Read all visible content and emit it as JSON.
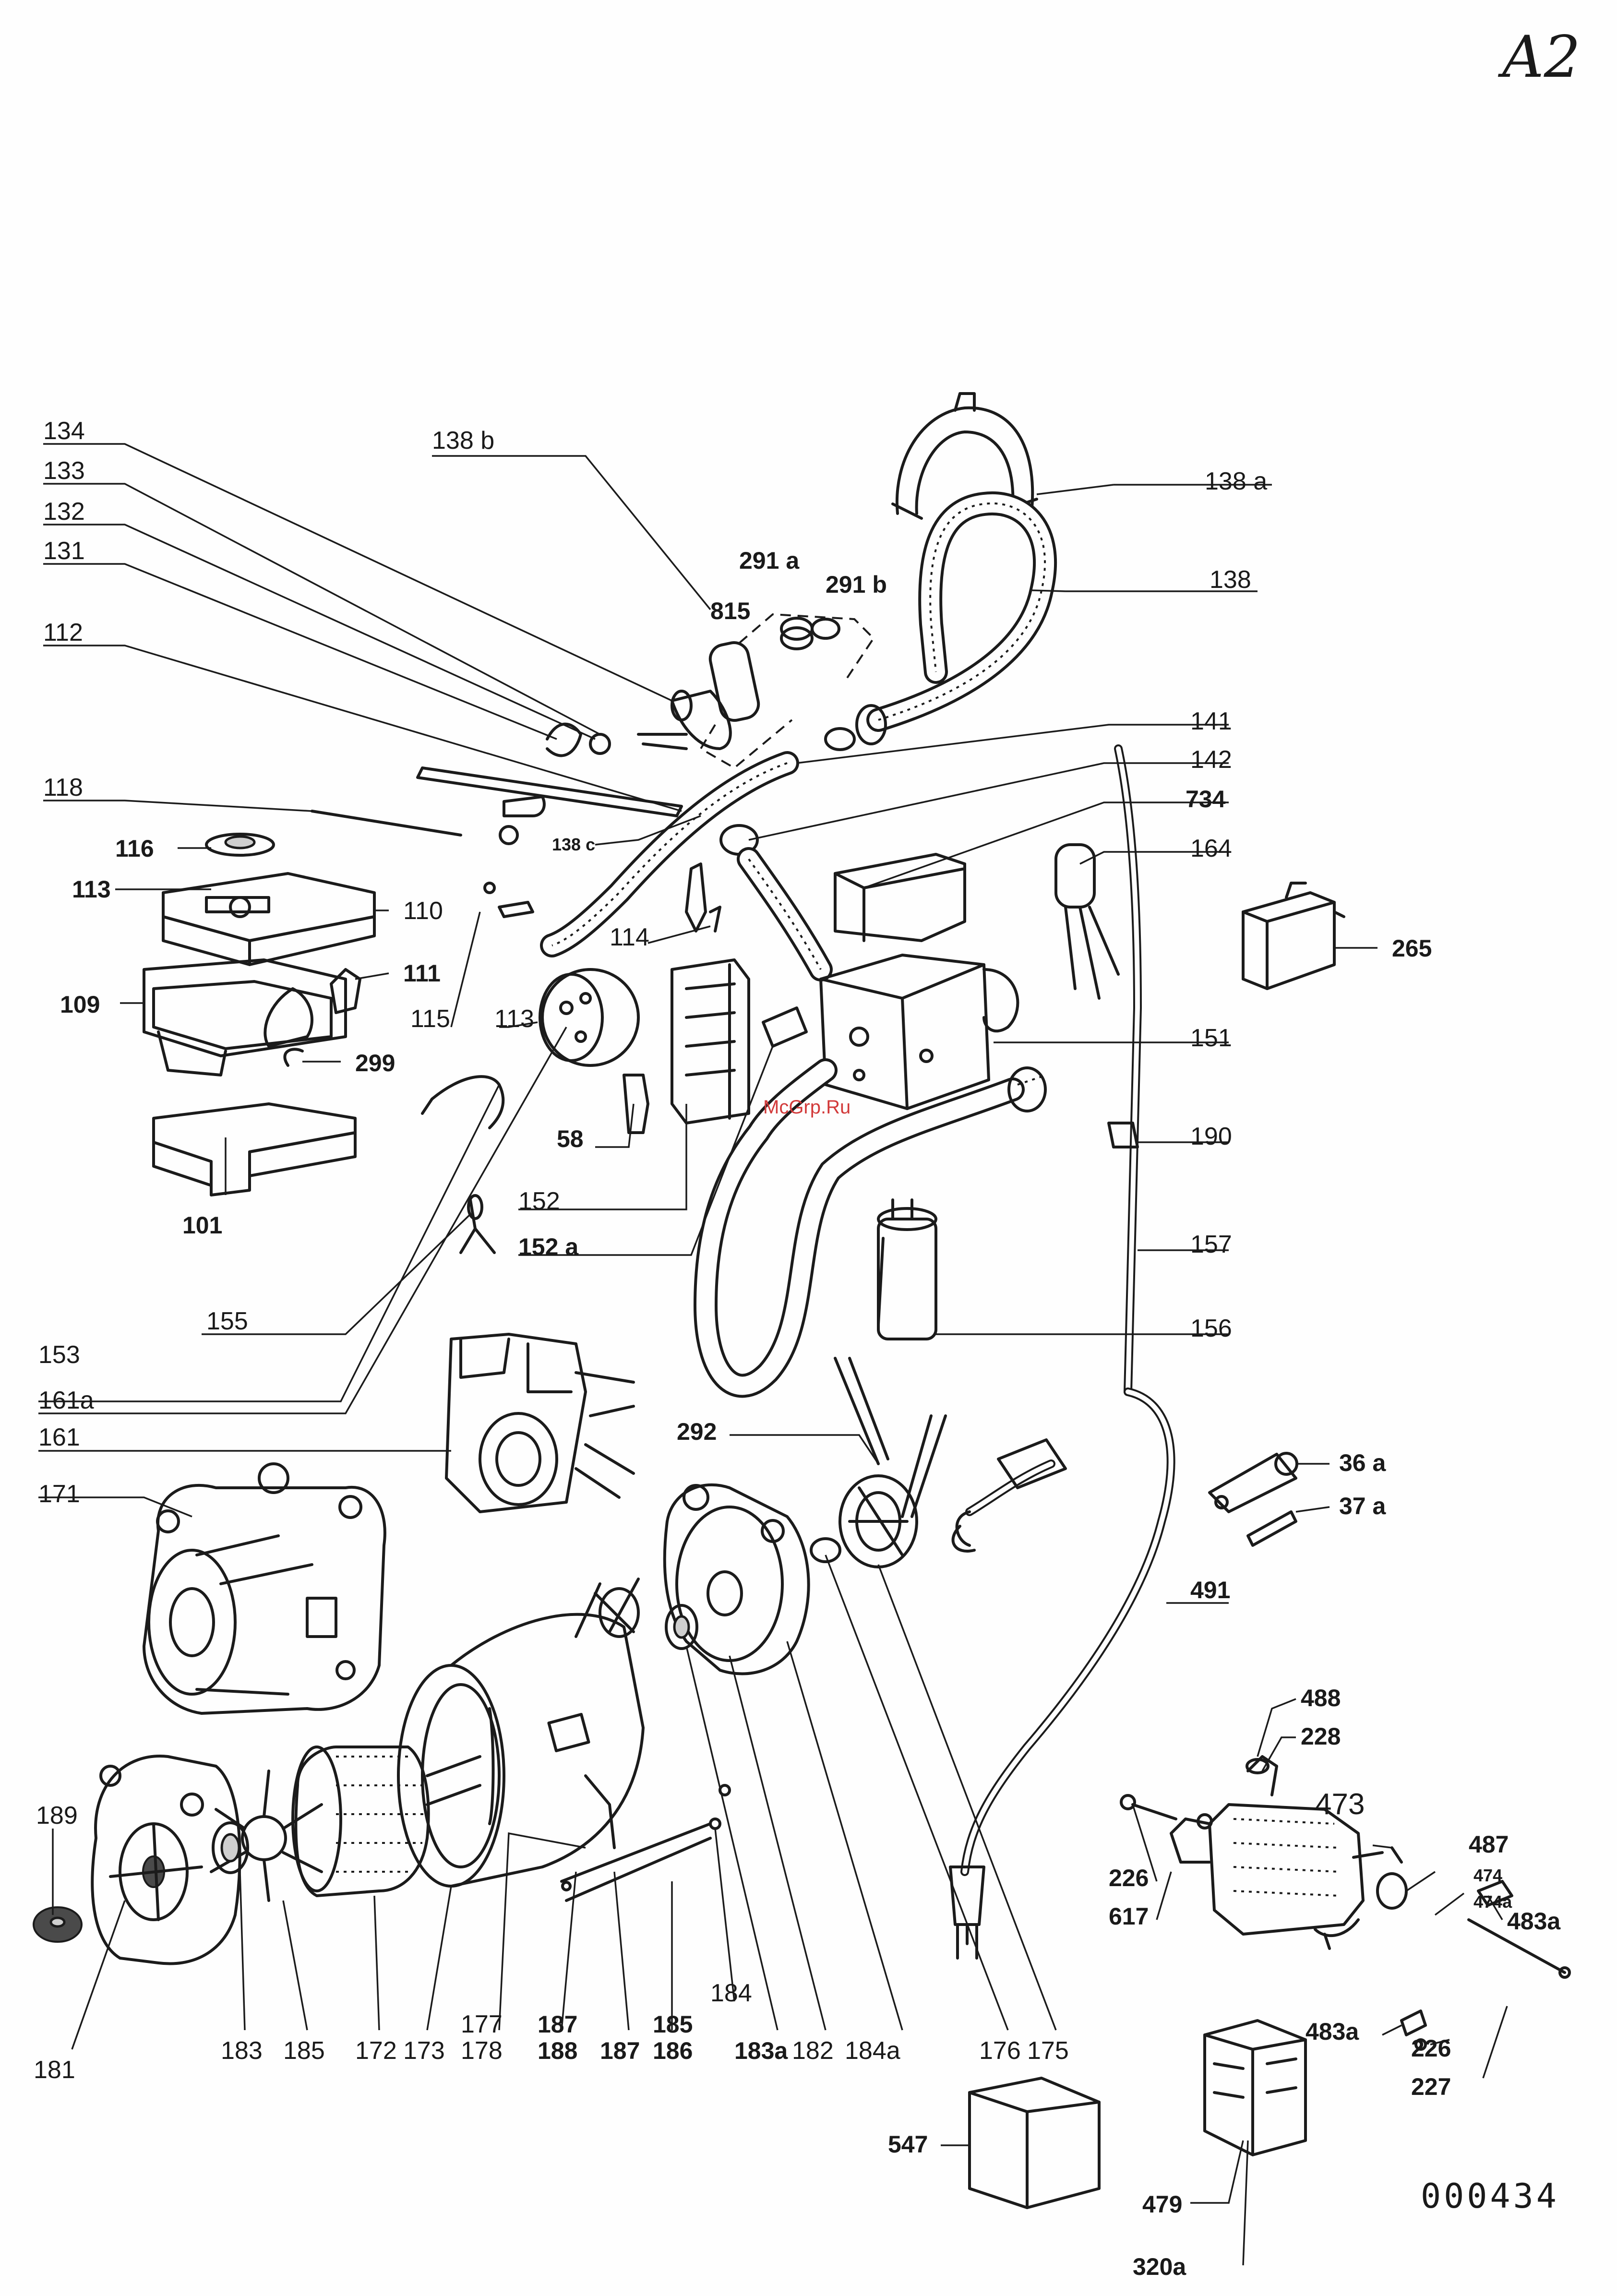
{
  "sheet": {
    "corner_mark": "A2",
    "drawing_number": "000434",
    "watermark": "McGrp.Ru"
  },
  "labels": [
    {
      "id": "l134",
      "text": "134"
    },
    {
      "id": "l133",
      "text": "133"
    },
    {
      "id": "l132",
      "text": "132"
    },
    {
      "id": "l131",
      "text": "131"
    },
    {
      "id": "l112",
      "text": "112"
    },
    {
      "id": "l118",
      "text": "118"
    },
    {
      "id": "l138b",
      "text": "138 b"
    },
    {
      "id": "l291a",
      "text": "291 a"
    },
    {
      "id": "l291b",
      "text": "291 b"
    },
    {
      "id": "l815",
      "text": "815"
    },
    {
      "id": "l138a",
      "text": "138 a"
    },
    {
      "id": "l138",
      "text": "138"
    },
    {
      "id": "l141",
      "text": "141"
    },
    {
      "id": "l142",
      "text": "142"
    },
    {
      "id": "l734",
      "text": "734"
    },
    {
      "id": "l164",
      "text": "164"
    },
    {
      "id": "l265",
      "text": "265"
    },
    {
      "id": "l138c",
      "text": "138 c"
    },
    {
      "id": "l116",
      "text": "116"
    },
    {
      "id": "l113a",
      "text": "113"
    },
    {
      "id": "l110",
      "text": "110"
    },
    {
      "id": "l111",
      "text": "111"
    },
    {
      "id": "l109",
      "text": "109"
    },
    {
      "id": "l299",
      "text": "299"
    },
    {
      "id": "l101",
      "text": "101"
    },
    {
      "id": "l115",
      "text": "115"
    },
    {
      "id": "l113b",
      "text": "113"
    },
    {
      "id": "l114",
      "text": "114"
    },
    {
      "id": "l58",
      "text": "58"
    },
    {
      "id": "l152",
      "text": "152"
    },
    {
      "id": "l152a",
      "text": "152 a"
    },
    {
      "id": "l151",
      "text": "151"
    },
    {
      "id": "l190",
      "text": "190"
    },
    {
      "id": "l157",
      "text": "157"
    },
    {
      "id": "l156",
      "text": "156"
    },
    {
      "id": "l155",
      "text": "155"
    },
    {
      "id": "l153",
      "text": "153"
    },
    {
      "id": "l161a",
      "text": "161a"
    },
    {
      "id": "l161",
      "text": "161"
    },
    {
      "id": "l292",
      "text": "292"
    },
    {
      "id": "l36a",
      "text": "36 a"
    },
    {
      "id": "l37a",
      "text": "37 a"
    },
    {
      "id": "l171",
      "text": "171"
    },
    {
      "id": "l491",
      "text": "491"
    },
    {
      "id": "l488",
      "text": "488"
    },
    {
      "id": "l228",
      "text": "228"
    },
    {
      "id": "l473",
      "text": "473"
    },
    {
      "id": "l487",
      "text": "487"
    },
    {
      "id": "l474",
      "text": "474"
    },
    {
      "id": "l474a",
      "text": "474a"
    },
    {
      "id": "l483a1",
      "text": "483a"
    },
    {
      "id": "l226a",
      "text": "226"
    },
    {
      "id": "l617",
      "text": "617"
    },
    {
      "id": "l483a2",
      "text": "483a"
    },
    {
      "id": "l226b",
      "text": "226"
    },
    {
      "id": "l227",
      "text": "227"
    },
    {
      "id": "l189",
      "text": "189"
    },
    {
      "id": "l181",
      "text": "181"
    },
    {
      "id": "l183",
      "text": "183"
    },
    {
      "id": "l185a",
      "text": "185"
    },
    {
      "id": "l172",
      "text": "172"
    },
    {
      "id": "l173",
      "text": "173"
    },
    {
      "id": "l177",
      "text": "177"
    },
    {
      "id": "l178",
      "text": "178"
    },
    {
      "id": "l187a",
      "text": "187"
    },
    {
      "id": "l188",
      "text": "188"
    },
    {
      "id": "l187b",
      "text": "187"
    },
    {
      "id": "l185b",
      "text": "185"
    },
    {
      "id": "l186",
      "text": "186"
    },
    {
      "id": "l184",
      "text": "184"
    },
    {
      "id": "l183a",
      "text": "183a"
    },
    {
      "id": "l182",
      "text": "182"
    },
    {
      "id": "l184a",
      "text": "184a"
    },
    {
      "id": "l176",
      "text": "176"
    },
    {
      "id": "l175",
      "text": "175"
    },
    {
      "id": "l547",
      "text": "547"
    },
    {
      "id": "l479",
      "text": "479"
    },
    {
      "id": "l320a",
      "text": "320a"
    }
  ]
}
